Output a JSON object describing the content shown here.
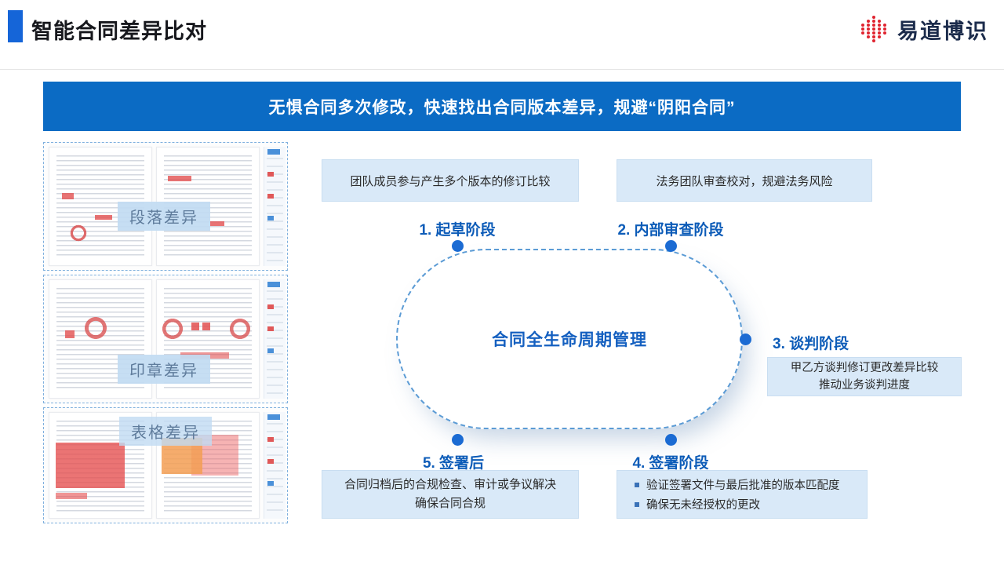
{
  "header": {
    "title": "智能合同差异比对",
    "logo_text": "易道博识"
  },
  "banner": {
    "text": "无惧合同多次修改，快速找出合同版本差异，规避“阴阳合同”"
  },
  "thumbnails": [
    {
      "label": "段落差异"
    },
    {
      "label": "印章差异"
    },
    {
      "label": "表格差异"
    }
  ],
  "diagram": {
    "center_label": "合同全生命周期管理",
    "stages": [
      {
        "label": "1. 起草阶段",
        "note": "团队成员参与产生多个版本的修订比较"
      },
      {
        "label": "2. 内部审查阶段",
        "note": "法务团队审查校对，规避法务风险"
      },
      {
        "label": "3. 谈判阶段",
        "note_lines": [
          "甲乙方谈判修订更改差异比较",
          "推动业务谈判进度"
        ]
      },
      {
        "label": "4. 签署阶段",
        "bullets": [
          "验证签署文件与最后批准的版本匹配度",
          "确保无未经授权的更改"
        ]
      },
      {
        "label": "5. 签署后",
        "note_lines": [
          "合同归档后的合规检查、审计或争议解决",
          "确保合同合规"
        ]
      }
    ]
  },
  "colors": {
    "accent_blue": "#1565d8",
    "banner_blue": "#0b6bc4",
    "stage_blue": "#0d5cb8",
    "note_bg": "#d9e9f8",
    "logo_red": "#e02430",
    "highlight_red": "#e25050"
  }
}
